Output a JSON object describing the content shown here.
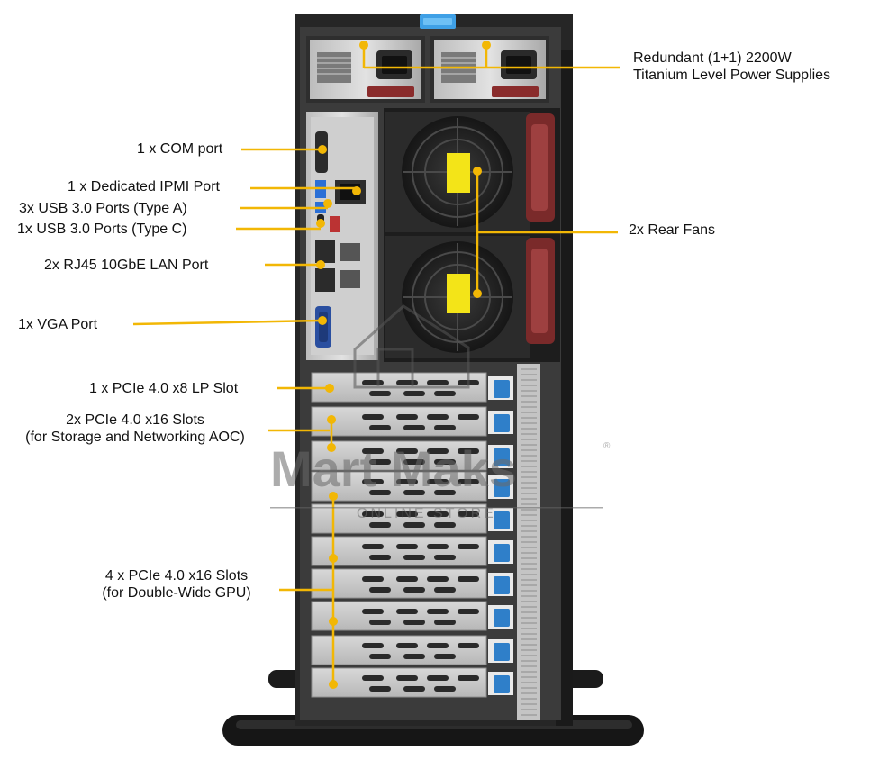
{
  "labels": {
    "psu": {
      "line1": "Redundant (1+1) 2200W",
      "line2": "Titanium Level Power Supplies"
    },
    "com": "1 x COM  port",
    "ipmi": "1 x Dedicated IPMI Port",
    "usb_a": "3x USB 3.0 Ports (Type A)",
    "usb_c": "1x USB 3.0 Ports (Type C)",
    "lan": "2x RJ45 10GbE LAN Port",
    "vga": "1x VGA  Port",
    "fans": "2x Rear Fans",
    "pcie_lp": "1 x PCIe 4.0 x8 LP Slot",
    "pcie_x16_storage": {
      "line1": "2x PCIe 4.0 x16 Slots",
      "line2": "(for Storage and Networking AOC)"
    },
    "pcie_x16_gpu": {
      "line1": "4 x PCIe 4.0 x16 Slots",
      "line2": "(for Double-Wide GPU)"
    }
  },
  "watermark": {
    "brand": "Mart Maks",
    "tagline": "ONLINE STORE",
    "reg": "®"
  },
  "colors": {
    "callout": "#f2b705",
    "chassis": "#2a2a2a",
    "panel": "#c9c9c9",
    "fan_handle": "#7a2a2a",
    "latch": "#2f7fc9"
  }
}
